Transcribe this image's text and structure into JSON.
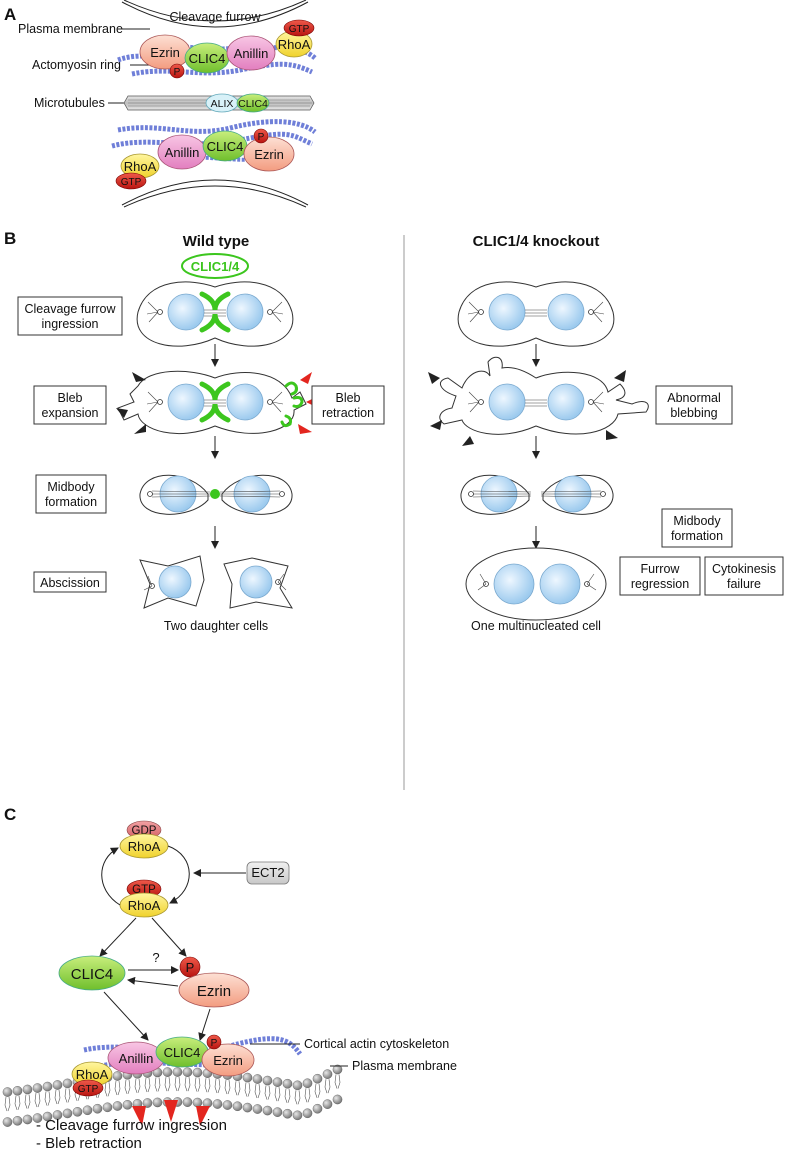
{
  "panel_a": {
    "letter": "A",
    "cleavage_furrow": "Cleavage furrow",
    "plasma_membrane": "Plasma membrane",
    "actomyosin_ring": "Actomyosin ring",
    "microtubules": "Microtubules",
    "ezrin": "Ezrin",
    "clic4": "CLIC4",
    "anillin": "Anillin",
    "rhoa": "RhoA",
    "gtp": "GTP",
    "p": "P",
    "alix": "ALIX"
  },
  "panel_b": {
    "letter": "B",
    "wild_type": {
      "title": "Wild type",
      "clic14": "CLIC1/4",
      "step1_line1": "Cleavage furrow",
      "step1_line2": "ingression",
      "bleb_exp_line1": "Bleb",
      "bleb_exp_line2": "expansion",
      "bleb_ret_line1": "Bleb",
      "bleb_ret_line2": "retraction",
      "midbody_line1": "Midbody",
      "midbody_line2": "formation",
      "abscission": "Abscission",
      "result": "Two daughter cells"
    },
    "knockout": {
      "title": "CLIC1/4 knockout",
      "abnormal_line1": "Abnormal",
      "abnormal_line2": "blebbing",
      "midbody_line1": "Midbody",
      "midbody_line2": "formation",
      "furrow_line1": "Furrow",
      "furrow_line2": "regression",
      "cyto_line1": "Cytokinesis",
      "cyto_line2": "failure",
      "result": "One multinucleated cell"
    }
  },
  "panel_c": {
    "letter": "C",
    "gdp": "GDP",
    "rhoa": "RhoA",
    "gtp": "GTP",
    "ect2": "ECT2",
    "clic4": "CLIC4",
    "question": "?",
    "p": "P",
    "ezrin": "Ezrin",
    "anillin": "Anillin",
    "cortical_actin": "Cortical actin cytoskeleton",
    "plasma_membrane": "Plasma membrane",
    "outcome1": "- Cleavage furrow ingression",
    "outcome2": "- Bleb retraction"
  },
  "colors": {
    "clic4_green": "#8ed24a",
    "anillin_pink": "#ee9fd0",
    "ezrin_salmon": "#f7b8a2",
    "rhoa_yellow": "#f6e44a",
    "gtp_red": "#d8201c",
    "gdp_pink": "#e0767a",
    "actin_blue": "#6f7fd8",
    "ect2_gray": "#d9d9d9",
    "clic14_ring": "#3cc61e",
    "nucleus_blue": "#bfdcf2",
    "retraction_arrow_red": "#e3261f"
  }
}
